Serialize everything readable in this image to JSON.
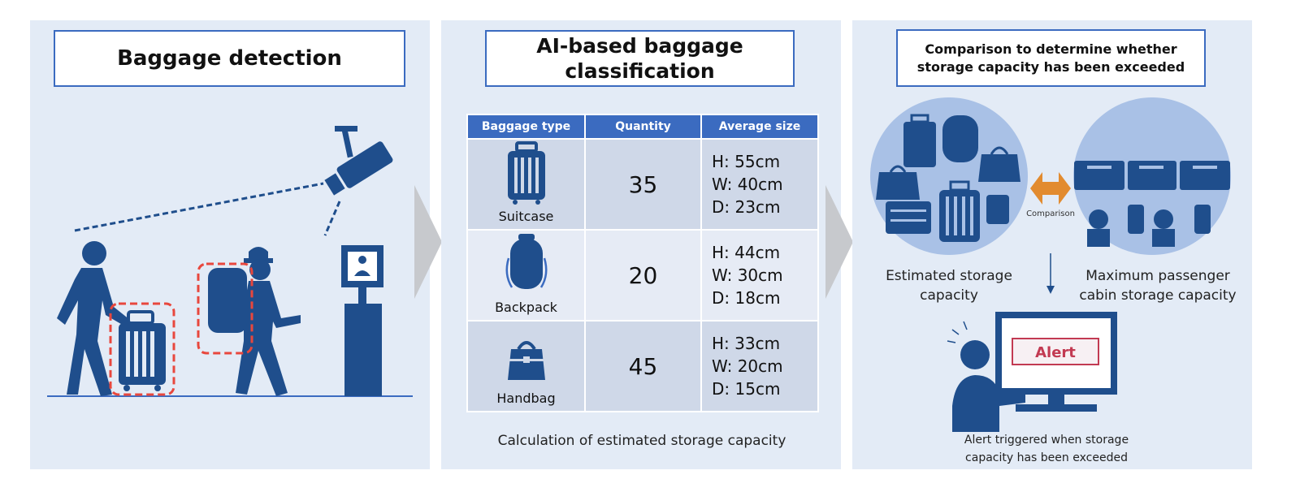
{
  "panels": {
    "detection": {
      "title": "Baggage detection"
    },
    "classification": {
      "title_line1": "AI-based baggage",
      "title_line2": "classification",
      "table": {
        "headers": [
          "Baggage type",
          "Quantity",
          "Average size"
        ],
        "rows": [
          {
            "type": "Suitcase",
            "quantity": "35",
            "h": "H: 55cm",
            "w": "W: 40cm",
            "d": "D: 23cm"
          },
          {
            "type": "Backpack",
            "quantity": "20",
            "h": "H: 44cm",
            "w": "W: 30cm",
            "d": "D: 18cm"
          },
          {
            "type": "Handbag",
            "quantity": "45",
            "h": "H: 33cm",
            "w": "W: 20cm",
            "d": "D: 15cm"
          }
        ]
      },
      "caption": "Calculation of estimated storage capacity"
    },
    "comparison": {
      "title_line1": "Comparison to determine whether",
      "title_line2": "storage capacity has been exceeded",
      "comparison_label": "Comparison",
      "estimated_line1": "Estimated storage",
      "estimated_line2": "capacity",
      "maximum_line1": "Maximum passenger",
      "maximum_line2": "cabin storage capacity",
      "alert_label": "Alert",
      "alert_caption_line1": "Alert triggered when storage",
      "alert_caption_line2": "capacity has been exceeded"
    }
  },
  "colors": {
    "navy": "#1f4e8c",
    "accent_blue": "#3b6bc0",
    "panel_bg": "#e3ebf6",
    "detect_red": "#e8473d",
    "compare_orange": "#e28b2f",
    "alert_red": "#c23a52"
  }
}
